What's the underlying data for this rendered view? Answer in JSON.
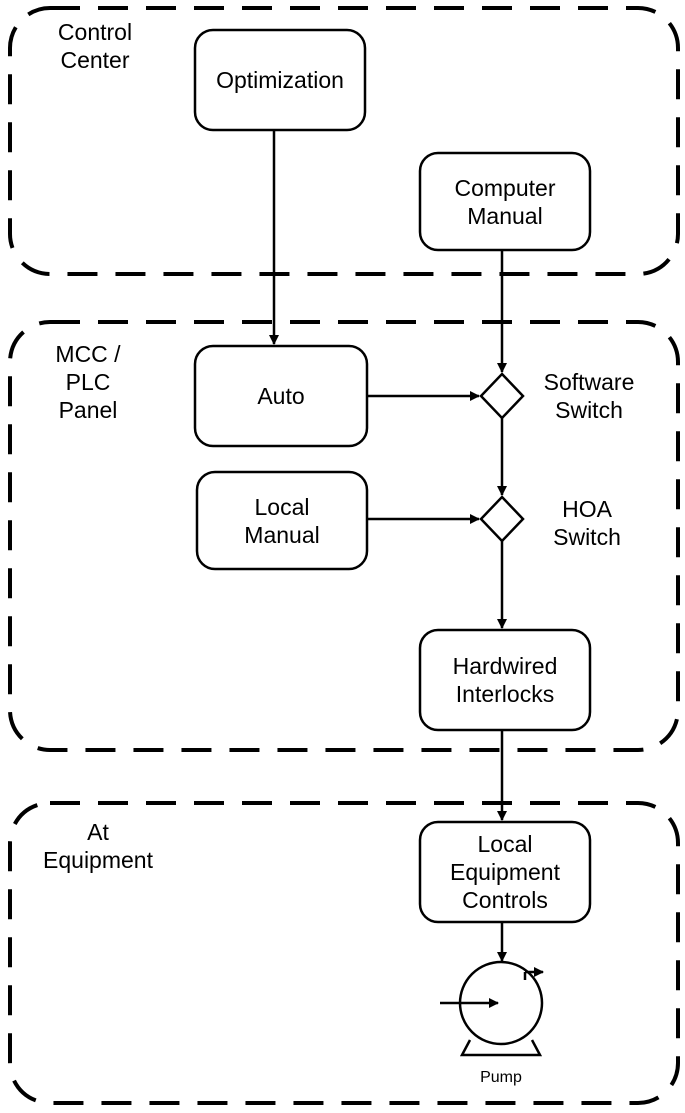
{
  "zones": {
    "control_center": "Control\nCenter",
    "mcc_plc_panel": "MCC /\nPLC\nPanel",
    "at_equipment": "At\nEquipment"
  },
  "boxes": {
    "optimization": "Optimization",
    "computer_manual": "Computer\nManual",
    "auto": "Auto",
    "local_manual": "Local\nManual",
    "hardwired_interlocks": "Hardwired\nInterlocks",
    "local_equipment_controls": "Local\nEquipment\nControls"
  },
  "switches": {
    "software_switch": "Software\nSwitch",
    "hoa_switch": "HOA\nSwitch"
  },
  "equipment": {
    "pump": "Pump"
  }
}
